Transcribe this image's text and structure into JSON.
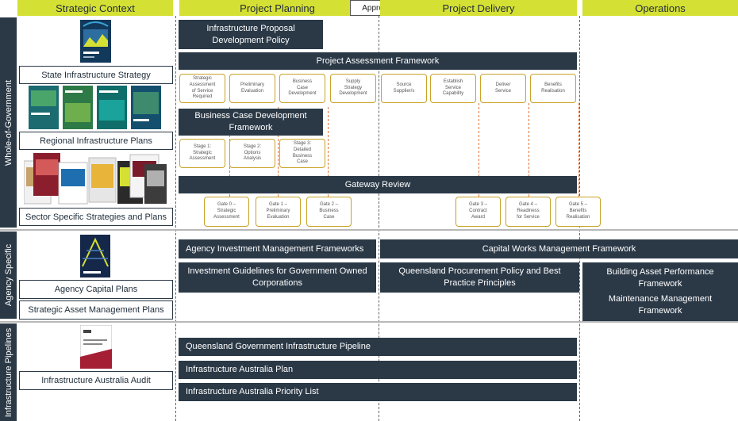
{
  "headers": {
    "strategic_context": "Strategic Context",
    "project_planning": "Project Planning",
    "approval": "Approval",
    "project_delivery": "Project Delivery",
    "operations": "Operations"
  },
  "sections": {
    "whole_of_government": "Whole-of-Government",
    "agency_specific": "Agency Specific",
    "infrastructure_pipelines": "Infrastructure Pipelines"
  },
  "strategic": {
    "state_infrastructure_strategy": "State Infrastructure Strategy",
    "regional_infrastructure_plans": "Regional Infrastructure Plans",
    "sector_specific": "Sector Specific Strategies and Plans",
    "agency_capital_plans": "Agency Capital Plans",
    "strategic_asset_management_plans": "Strategic Asset Management Plans",
    "infrastructure_australia_audit": "Infrastructure Australia Audit"
  },
  "frameworks": {
    "proposal_policy_line1": "Infrastructure Proposal",
    "proposal_policy_line2": "Development Policy",
    "project_assessment": "Project Assessment Framework",
    "business_case_line1": "Business Case Development",
    "business_case_line2": "Framework",
    "gateway_review": "Gateway Review",
    "agency_investment": "Agency Investment Management Frameworks",
    "capital_works": "Capital Works Management Framework",
    "investment_guidelines_line1": "Investment Guidelines for Government Owned",
    "investment_guidelines_line2": "Corporations",
    "procurement_line1": "Queensland Procurement Policy and Best",
    "procurement_line2": "Practice Principles",
    "building_asset_line1": "Building Asset Performance",
    "building_asset_line2": "Framework",
    "maintenance_line1": "Maintenance Management",
    "maintenance_line2": "Framework",
    "qld_pipeline": "Queensland Government Infrastructure Pipeline",
    "ia_plan": "Infrastructure Australia Plan",
    "ia_priority_list": "Infrastructure Australia Priority List"
  },
  "pa_steps": [
    [
      "Strategic",
      "Assessment",
      "of Service",
      "Required"
    ],
    [
      "Preliminary",
      "Evaluation"
    ],
    [
      "Business",
      "Case",
      "Development"
    ],
    [
      "Supply",
      "Strategy",
      "Development"
    ],
    [
      "Source",
      "Supplier/s"
    ],
    [
      "Establish",
      "Service",
      "Capability"
    ],
    [
      "Deliver",
      "Service"
    ],
    [
      "Benefits",
      "Realisation"
    ]
  ],
  "bc_stages": [
    [
      "Stage 1:",
      "Strategic",
      "Assessment"
    ],
    [
      "Stage 2:",
      "Options",
      "Analysis"
    ],
    [
      "Stage 3:",
      "Detailed",
      "Business",
      "Case"
    ]
  ],
  "gates": [
    [
      "Gate 0 –",
      "Strategic",
      "Assessment"
    ],
    [
      "Gate 1 –",
      "Preliminary",
      "Evaluation"
    ],
    [
      "Gate 2 –",
      "Business",
      "Case"
    ],
    [
      "Gate 3 –",
      "Contract",
      "Award"
    ],
    [
      "Gate 4 –",
      "Readiness",
      "for Service"
    ],
    [
      "Gate 5 –",
      "Benefits",
      "Realisation"
    ]
  ],
  "colors": {
    "header": "#d5e034",
    "navy": "#2b3947",
    "gold_border": "#c9a227",
    "orange_dash": "#e07a3c"
  }
}
